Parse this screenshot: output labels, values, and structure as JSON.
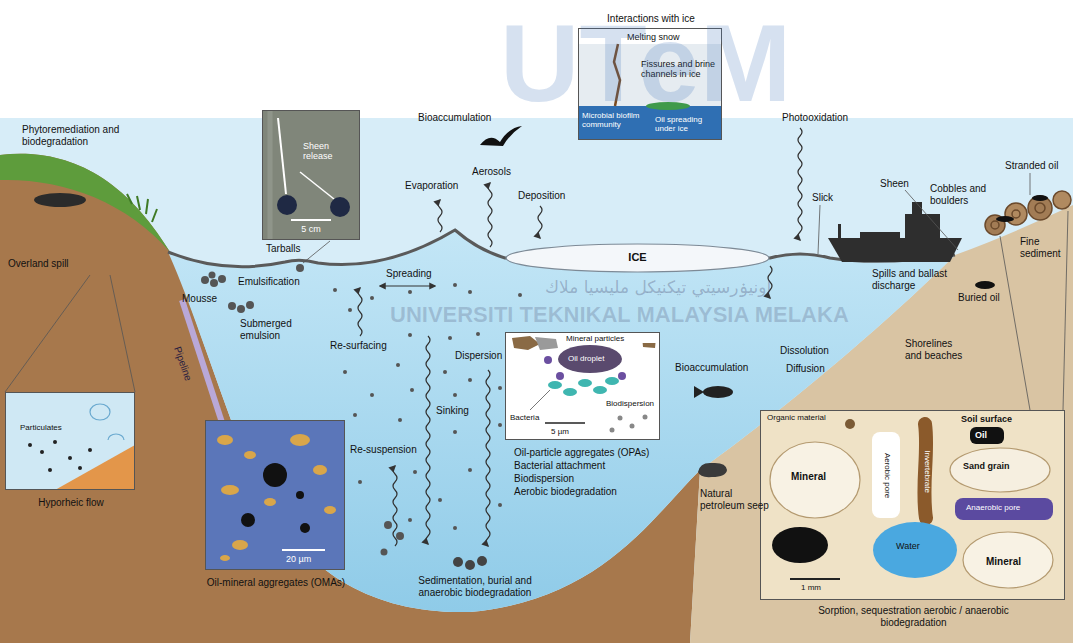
{
  "diagram": {
    "nodes": [
      {
        "text": [
          "Interactions with ice",
          "Melting snow",
          "Fissures and brine channels in ice",
          "Microbial biofilm community",
          "Oil spreading under ice"
        ]
      },
      {
        "text": [
          "Sheen release",
          "5 cm"
        ]
      },
      {
        "text": [
          "ICE"
        ]
      },
      {
        "text": [
          "Particulates",
          "Hyporheic flow"
        ]
      },
      {
        "text": [
          "Mineral particles",
          "Oil droplet",
          "Bacteria",
          "Biodispersion",
          "5 µm",
          "Oil-particle aggregates (OPAs)",
          "Bacterial attachment",
          "Biodispersion",
          "Aerobic biodegradation"
        ]
      },
      {
        "text": [
          "20 µm",
          "Oil-mineral aggregates (OMAs)"
        ]
      },
      {
        "text": [
          "Organic material",
          "Soil surface",
          "Oil",
          "Aerobic pore",
          "Invertebrate",
          "Mineral",
          "Sand grain",
          "Anaerobic pore",
          "Water",
          "Mineral",
          "1 mm",
          "Sorption, sequestration aerobic / anaerobic biodegradation"
        ]
      }
    ],
    "labels": [
      "UTeM",
      "Phytoremediation and biodegradation",
      "Bioaccumulation",
      "Photooxidation",
      "Stranded oil",
      "Evaporation",
      "Aerosols",
      "Sheen",
      "Cobbles and boulders",
      "Deposition",
      "Slick",
      "Tarballs",
      "Overland spill",
      "Emulsification",
      "Spreading",
      "Fine sediment",
      "Spills and ballast discharge",
      "اونيۏرسيتي تيكنيكل مليسيا ملاك",
      "Mousse",
      "Buried oil",
      "UNIVERSITI TEKNIKAL MALAYSIA MELAKA",
      "Submerged emulsion",
      "Re-surfacing",
      "Shorelines and beaches",
      "Dispersion",
      "Dissolution",
      "Pipeline",
      "Bioaccumulation",
      "Diffusion",
      "Sinking",
      "Re-suspension",
      "Natural petroleum seep",
      "Sedimentation, burial and anaerobic biodegradation"
    ]
  }
}
